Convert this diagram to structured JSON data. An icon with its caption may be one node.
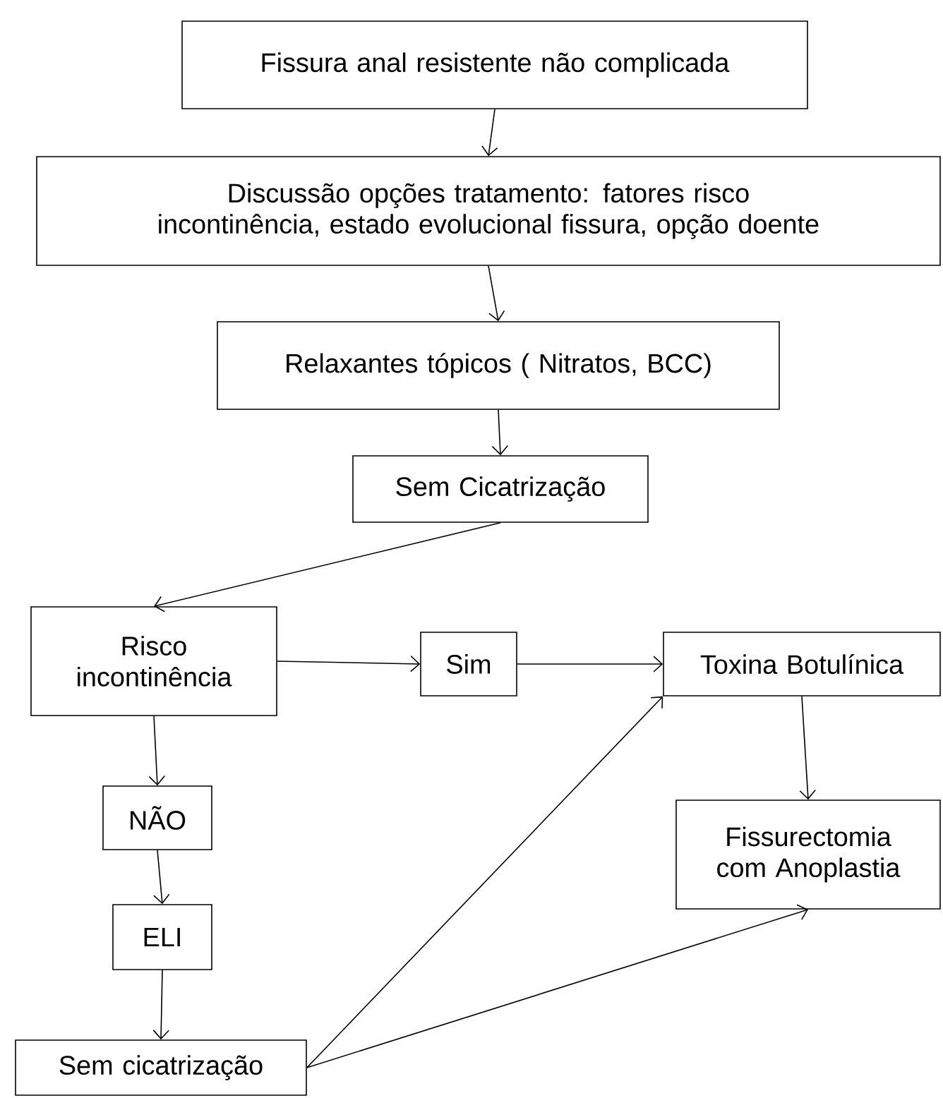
{
  "diagram": {
    "nodes": [
      {
        "text": [
          "Fissura anal resistente não complicada"
        ]
      },
      {
        "text": [
          "Discussão opções tratamento: fatores risco incontinência, estado evolucional fissura, opção doente"
        ]
      },
      {
        "text": [
          "Relaxantes tópicos ( Nitratos, BCC)"
        ]
      },
      {
        "text": [
          "Sem Cicatrização"
        ]
      },
      {
        "text": [
          "Risco incontinência"
        ]
      },
      {
        "text": [
          "Sim"
        ]
      },
      {
        "text": [
          "Toxina Botulínica"
        ]
      },
      {
        "text": [
          "Fissurectomia com Anoplastia"
        ]
      },
      {
        "text": [
          "NÃO"
        ]
      },
      {
        "text": [
          "ELI"
        ]
      },
      {
        "text": [
          "Sem cicatrização"
        ]
      }
    ],
    "edges": [
      {
        "from": 0,
        "to": 1,
        "arrow": "to"
      },
      {
        "from": 1,
        "to": 2,
        "arrow": "to"
      },
      {
        "from": 2,
        "to": 3,
        "arrow": "to"
      },
      {
        "from": 3,
        "to": 4,
        "arrow": "to"
      },
      {
        "from": 4,
        "to": 5,
        "arrow": "to"
      },
      {
        "from": 5,
        "to": 6,
        "arrow": "to"
      },
      {
        "from": 6,
        "to": 7,
        "arrow": "to"
      },
      {
        "from": 4,
        "to": 8,
        "arrow": "to"
      },
      {
        "from": 8,
        "to": 9,
        "arrow": "to"
      },
      {
        "from": 9,
        "to": 10,
        "arrow": "to"
      },
      {
        "from": 10,
        "to": 6,
        "arrow": "to"
      },
      {
        "from": 10,
        "to": 7,
        "arrow": "to"
      }
    ]
  }
}
